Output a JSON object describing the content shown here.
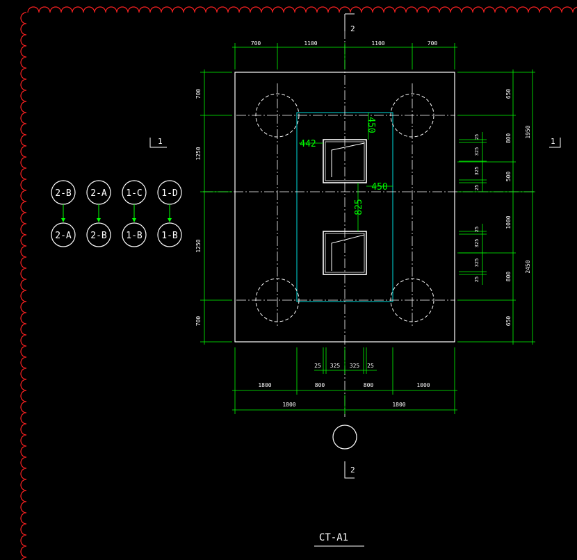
{
  "colors": {
    "background": "#000000",
    "border": "#ff2222",
    "dimension": "#00ff00",
    "object": "#ffffff",
    "cap": "#00dddd"
  },
  "drawing": {
    "title": "CT-A1",
    "section_top": "2",
    "section_bottom": "2",
    "section_left": "1",
    "section_right": "1"
  },
  "dimensions": {
    "top": [
      "700",
      "1100",
      "1100",
      "700"
    ],
    "left": [
      "700",
      "1250",
      "1250",
      "700"
    ],
    "right_outer": [
      "1950",
      "2450"
    ],
    "right_inner": [
      "650",
      "800",
      "500",
      "1000",
      "800",
      "650"
    ],
    "right_small_upper": [
      "25",
      "325",
      "325",
      "25"
    ],
    "right_small_lower": [
      "25",
      "325",
      "325",
      "25"
    ],
    "bottom_small": [
      "25",
      "325",
      "325",
      "25"
    ],
    "bottom_mid": [
      "1800",
      "800",
      "800",
      "1000"
    ],
    "bottom_total": [
      "1800",
      "1800"
    ],
    "inner_green": [
      "442",
      "450",
      "450",
      "825"
    ]
  },
  "axis_pairs": [
    {
      "top": "2-B",
      "bottom": "2-A"
    },
    {
      "top": "2-A",
      "bottom": "2-B"
    },
    {
      "top": "1-C",
      "bottom": "1-B"
    },
    {
      "top": "1-D",
      "bottom": "1-B"
    }
  ]
}
